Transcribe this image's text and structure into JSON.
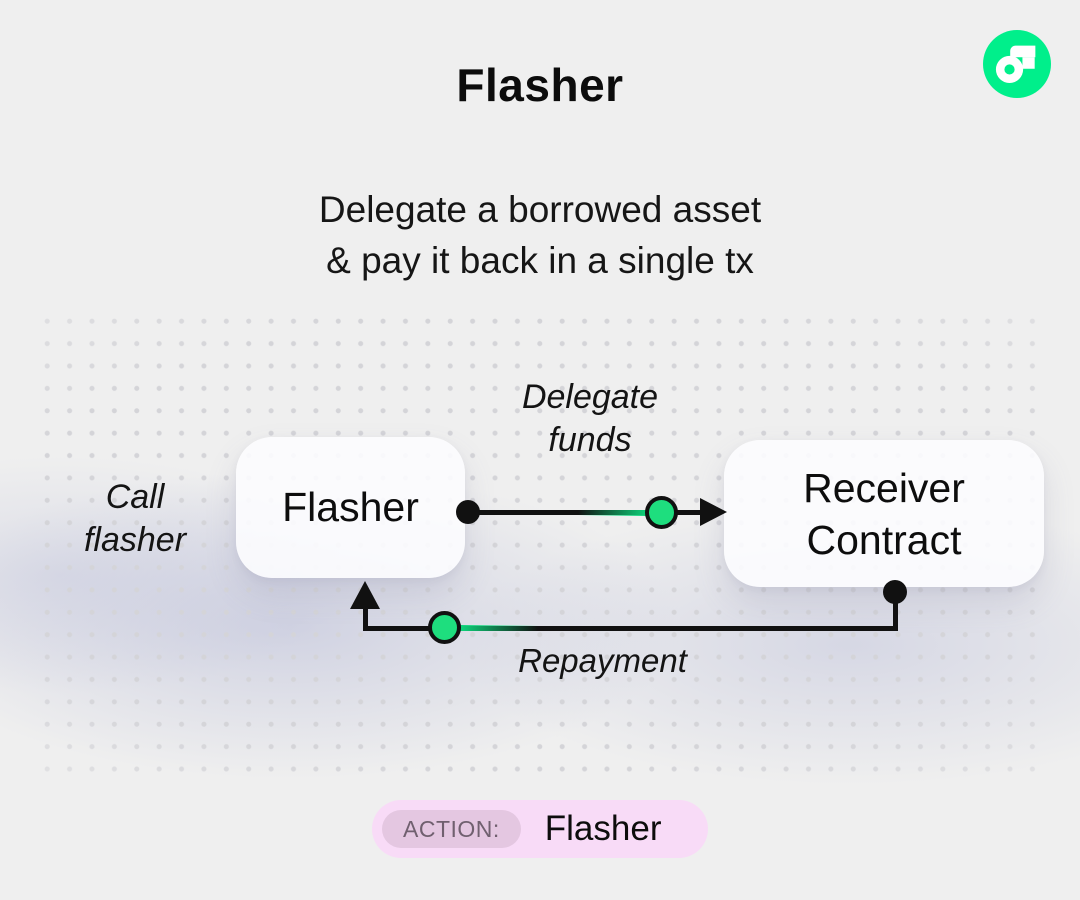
{
  "colors": {
    "background": "#efefef",
    "ink": "#111111",
    "flow_green": "#00EF8B",
    "node_green": "#1EDE7E",
    "trail_green": "#0ed47b",
    "pill_bg": "#f8dbf7",
    "badge_bg": "#e4c7e1",
    "badge_text": "#70606f",
    "dot_grid": "#d4d4d8"
  },
  "header": {
    "title": "Flasher",
    "subtitle_line1": "Delegate a borrowed asset",
    "subtitle_line2": "& pay it back in a single tx"
  },
  "logo": {
    "icon": "flow-logo"
  },
  "diagram": {
    "flasher_node": {
      "label": "Flasher"
    },
    "receiver_node": {
      "label_line1": "Receiver",
      "label_line2": "Contract"
    },
    "call_label": {
      "line1": "Call",
      "line2": "flasher"
    },
    "delegate_edge": {
      "label_line1": "Delegate",
      "label_line2": "funds"
    },
    "repayment_edge": {
      "label": "Repayment"
    }
  },
  "footer": {
    "action_label": "ACTION:",
    "action_value": "Flasher"
  }
}
